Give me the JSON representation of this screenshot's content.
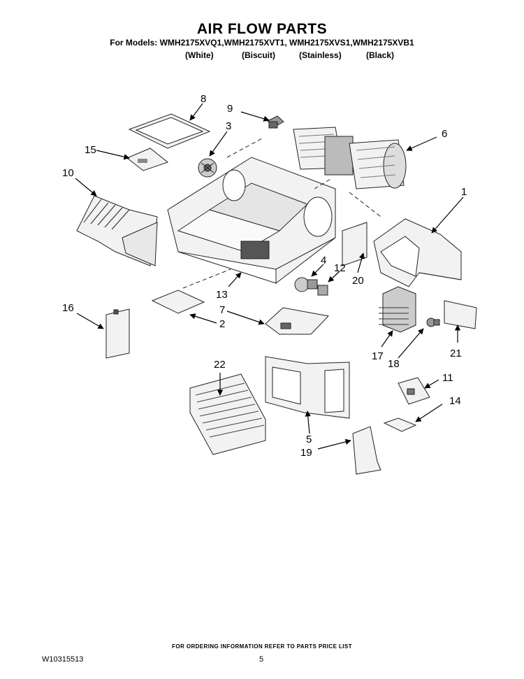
{
  "title": "AIR FLOW PARTS",
  "models_line": "For Models: WMH2175XVQ1,WMH2175XVT1, WMH2175XVS1,WMH2175XVB1",
  "variants": [
    "(White)",
    "(Biscuit)",
    "(Stainless)",
    "(Black)"
  ],
  "callouts": [
    "1",
    "2",
    "3",
    "4",
    "5",
    "6",
    "7",
    "8",
    "9",
    "10",
    "11",
    "12",
    "13",
    "14",
    "15",
    "16",
    "17",
    "18",
    "19",
    "20",
    "21",
    "22"
  ],
  "footer_note": "FOR ORDERING INFORMATION REFER TO PARTS PRICE LIST",
  "doc_number": "W10315513",
  "page_number": "5"
}
